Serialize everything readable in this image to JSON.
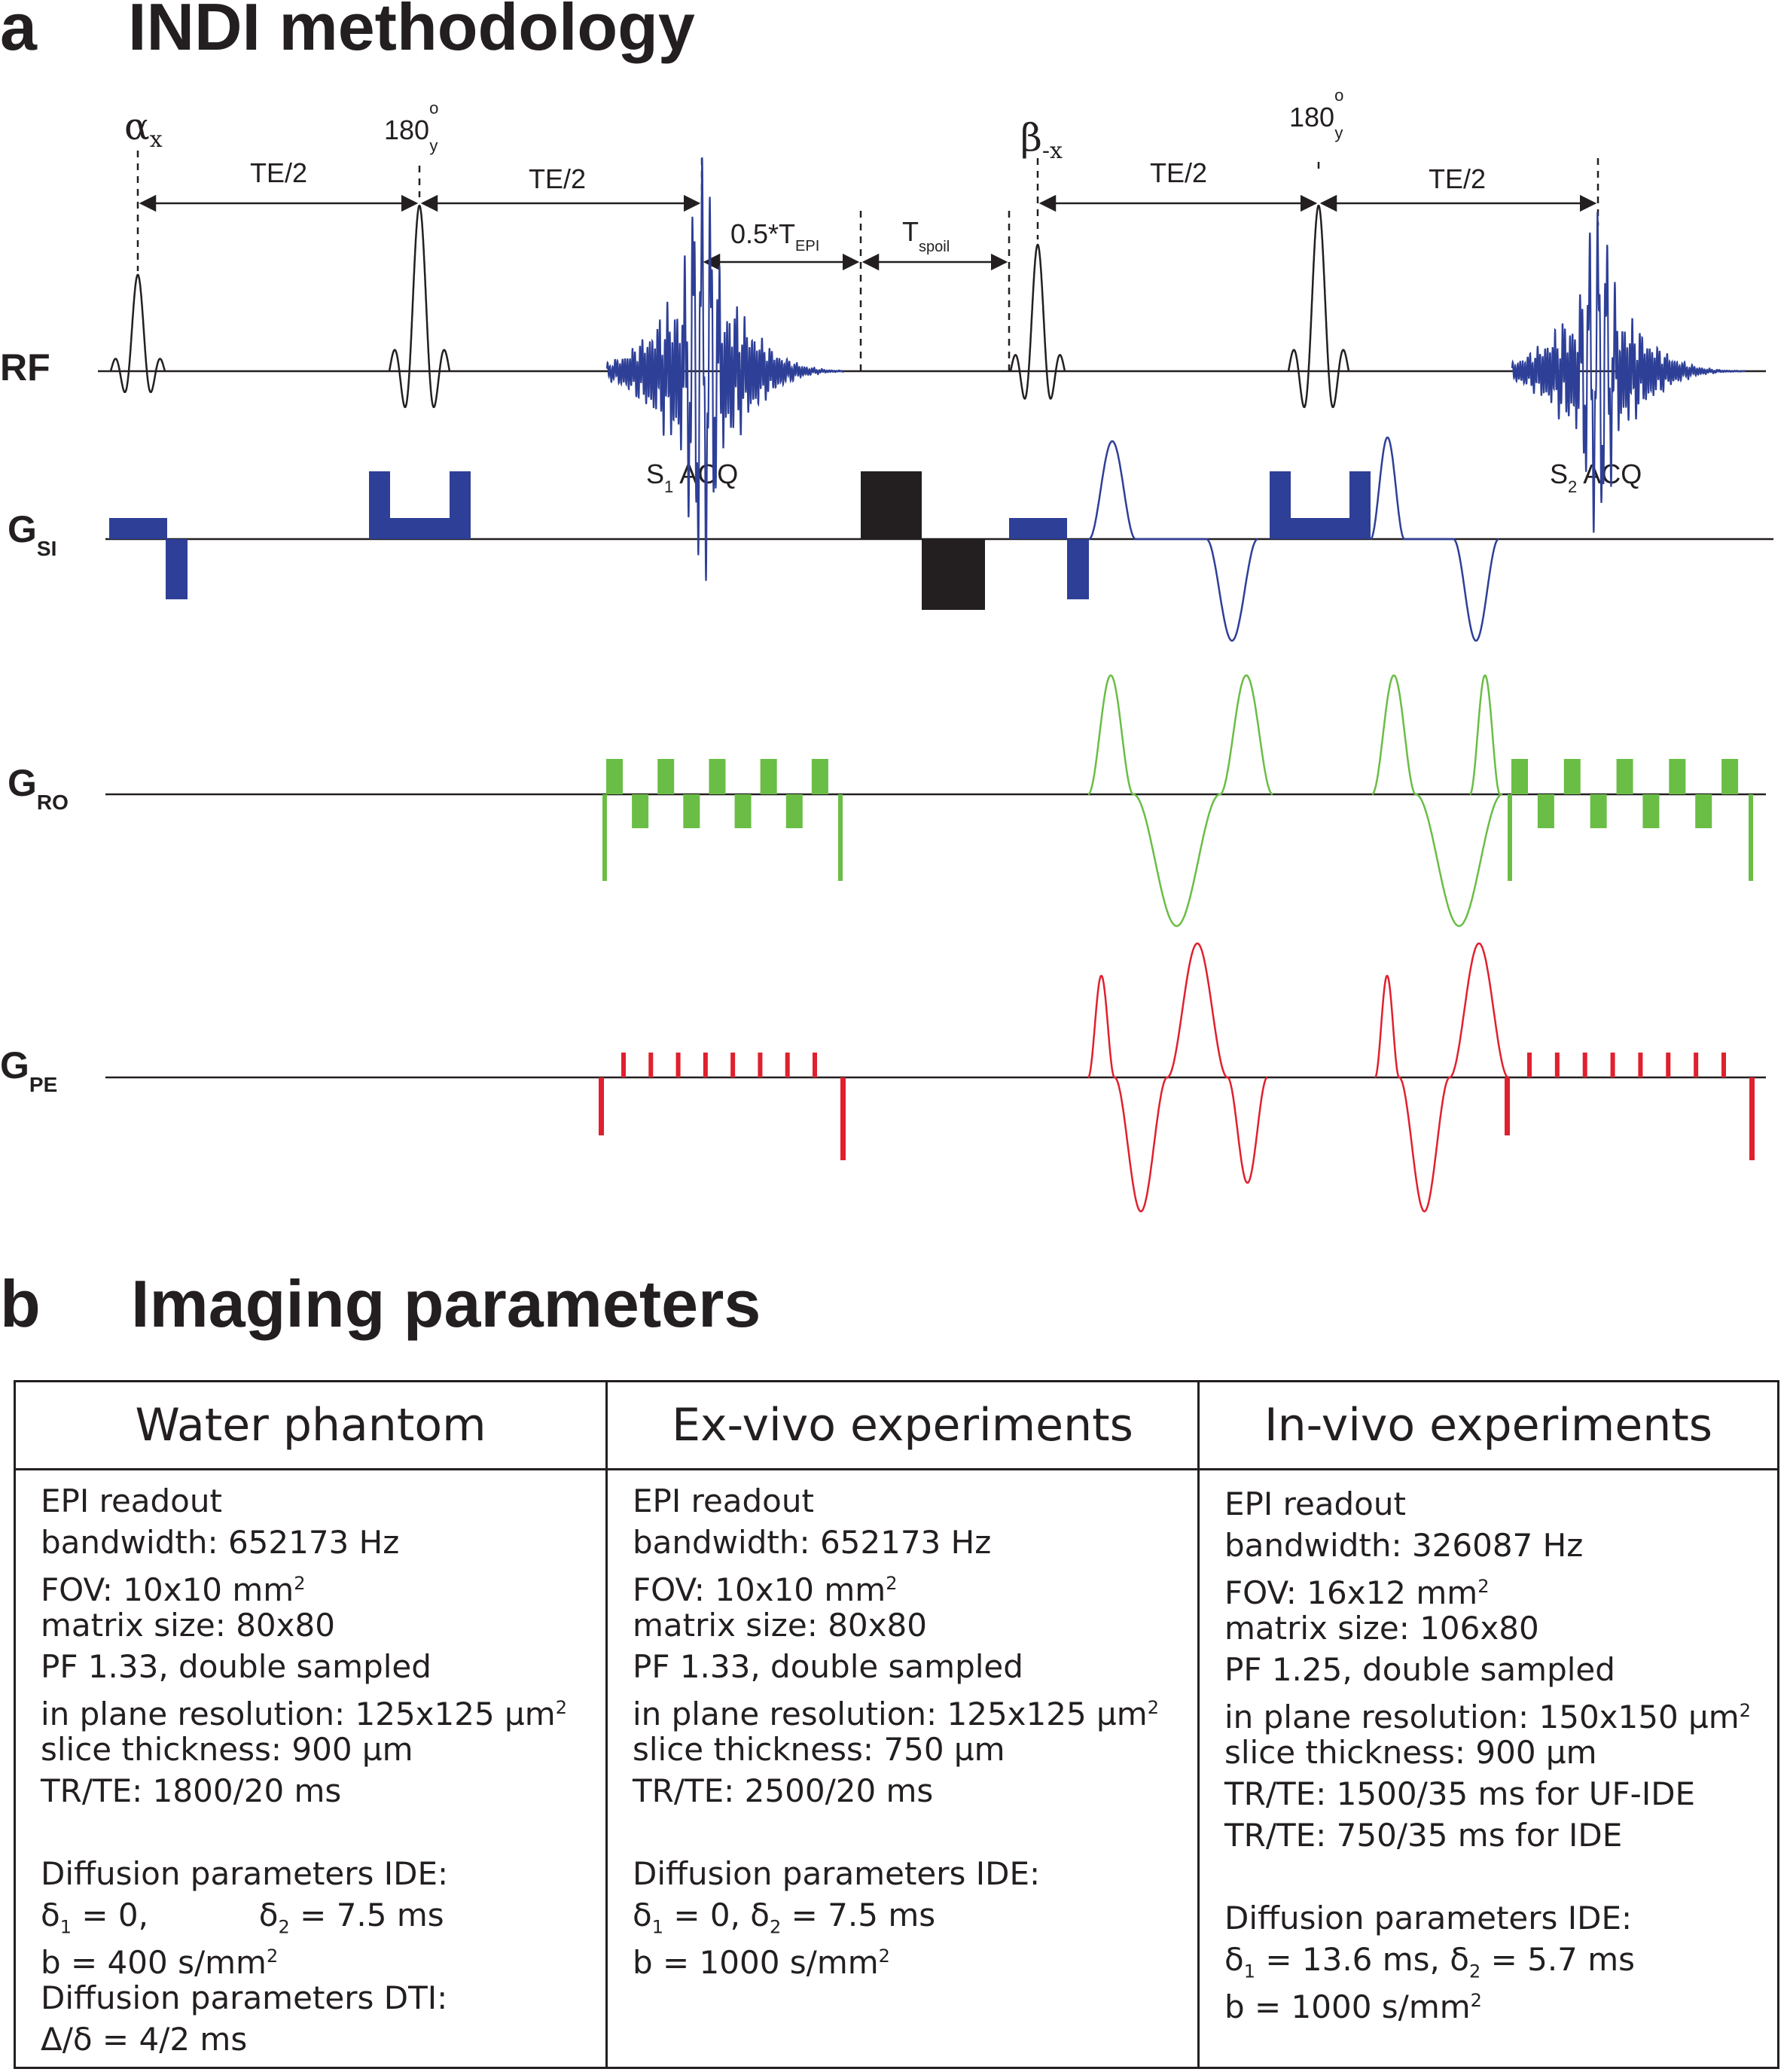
{
  "panel_a": {
    "label": "a",
    "title": "INDI methodology",
    "rows": {
      "rf": "RF",
      "gsi": "G",
      "gsi_sub": "SI",
      "gro": "G",
      "gro_sub": "RO",
      "gpe": "G",
      "gpe_sub": "PE"
    },
    "pulses": {
      "alpha": "α",
      "alpha_sub": "x",
      "pi1": "180",
      "pi1_sup": "o",
      "pi1_sub": "y",
      "beta": "β",
      "beta_sub": "-x",
      "pi2": "180",
      "pi2_sup": "o",
      "pi2_sub": "y"
    },
    "intervals": {
      "te_half": "TE/2",
      "tepi_prefix": "0.5*T",
      "tepi_sub": "EPI",
      "tspoil": "T",
      "tspoil_sub": "spoil"
    },
    "acq": {
      "s1": "S",
      "s1_sub": "1",
      "s1_suffix": " ACQ",
      "s2": "S",
      "s2_sub": "2",
      "s2_suffix": " ACQ"
    },
    "colors": {
      "black": "#231f20",
      "blue": "#2e3f97",
      "green": "#6abd45",
      "red": "#e0202e"
    }
  },
  "panel_b": {
    "label": "b",
    "title": "Imaging parameters",
    "columns": [
      {
        "header": "Water phantom",
        "lines": [
          [
            "EPI readout"
          ],
          [
            "bandwidth: 652173 Hz"
          ],
          [
            "FOV: 10x10 mm",
            "^2"
          ],
          [
            "matrix size: 80x80"
          ],
          [
            "PF 1.33, double sampled"
          ],
          [
            "in plane resolution: 125x125 µm",
            "^2"
          ],
          [
            "slice thickness: 900 µm"
          ],
          [
            "TR/TE: 1800/20 ms"
          ],
          [
            ""
          ],
          [
            "Diffusion parameters IDE:"
          ],
          [
            "δ",
            "_1",
            " = 0,           δ",
            "_2",
            " = 7.5 ms"
          ],
          [
            "b = 400 s/mm",
            "^2"
          ],
          [
            "Diffusion parameters DTI:"
          ],
          [
            "Δ/δ = 4/2 ms"
          ]
        ]
      },
      {
        "header": "Ex-vivo experiments",
        "lines": [
          [
            "EPI readout"
          ],
          [
            "bandwidth: 652173 Hz"
          ],
          [
            "FOV: 10x10 mm",
            "^2"
          ],
          [
            "matrix size: 80x80"
          ],
          [
            "PF 1.33, double sampled"
          ],
          [
            "in plane resolution: 125x125 µm",
            "^2"
          ],
          [
            "slice thickness: 750 µm"
          ],
          [
            "TR/TE: 2500/20 ms"
          ],
          [
            ""
          ],
          [
            "Diffusion parameters IDE:"
          ],
          [
            "δ",
            "_1",
            " = 0, δ",
            "_2",
            " = 7.5 ms"
          ],
          [
            "b = 1000 s/mm",
            "^2"
          ]
        ]
      },
      {
        "header": "In-vivo experiments",
        "lines": [
          [
            "EPI readout"
          ],
          [
            "bandwidth: 326087 Hz"
          ],
          [
            "FOV: 16x12 mm",
            "^2"
          ],
          [
            "matrix size: 106x80"
          ],
          [
            "PF 1.25, double sampled"
          ],
          [
            "in plane resolution: 150x150 µm",
            "^2"
          ],
          [
            "slice thickness: 900 µm"
          ],
          [
            "TR/TE: 1500/35 ms for UF-IDE"
          ],
          [
            "TR/TE: 750/35 ms for IDE"
          ],
          [
            ""
          ],
          [
            "Diffusion parameters IDE:"
          ],
          [
            "δ",
            "_1",
            " = 13.6 ms, δ",
            "_2",
            " = 5.7 ms"
          ],
          [
            "b = 1000 s/mm",
            "^2"
          ]
        ]
      }
    ]
  }
}
